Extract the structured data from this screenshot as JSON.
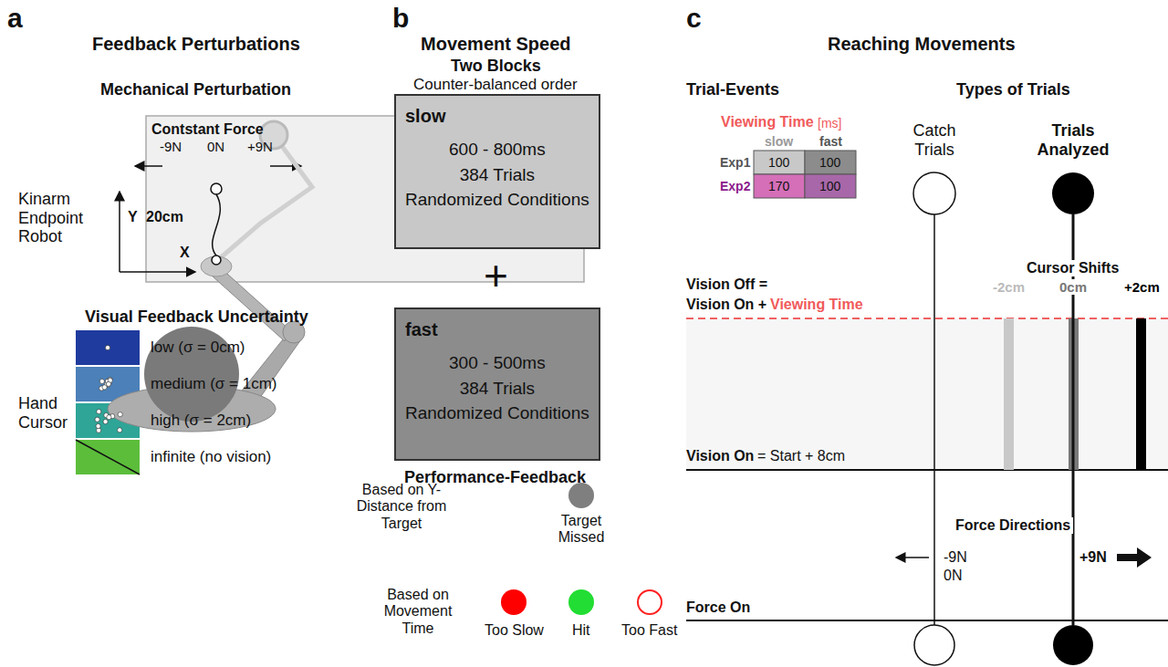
{
  "diagram": {
    "nodes": [
      {
        "text": [
          "slow",
          "600 - 800ms",
          "384 Trials",
          "Randomized Conditions"
        ]
      },
      {
        "text": [
          "fast",
          "300 - 500ms",
          "384 Trials",
          "Randomized Conditions"
        ]
      }
    ],
    "labels": [
      "a",
      "Feedback Perturbations",
      "Mechanical Perturbation",
      "Contstant Force",
      "-9N",
      "0N",
      "+9N",
      "Kinarm Endpoint Robot",
      "Y",
      "20cm",
      "X",
      "Visual Feedback Uncertainty",
      "Hand Cursor",
      "b",
      "Movement Speed",
      "Two Blocks",
      "Counter-balanced order",
      "+",
      "Performance-Feedback",
      "Based on Y-Distance from Target",
      "Based on Movement Time",
      "c",
      "Reaching Movements",
      "Trial-Events",
      "Types of Trials",
      "Viewing Time",
      "[ms]",
      "slow",
      "fast",
      "Exp1",
      "100",
      "100",
      "Exp2",
      "170",
      "100",
      "Catch Trials",
      "Trials Analyzed",
      "Vision Off =",
      "Vision On +",
      "Viewing Time",
      "Cursor Shifts",
      "-2cm",
      "0cm",
      "+2cm",
      "Vision On",
      "= Start + 8cm",
      "Force Directions",
      "-9N",
      "0N",
      "+9N",
      "Force On"
    ],
    "legend": [
      {
        "text": "low (σ = 0cm)",
        "color": "#1f3b9e"
      },
      {
        "text": "medium (σ = 1cm)",
        "color": "#4b80b8"
      },
      {
        "text": "high (σ = 2cm)",
        "color": "#2ea597"
      },
      {
        "text": "infinite (no vision)",
        "color": "#5cbd3b"
      },
      {
        "text": "Target Missed",
        "color": "#7f7f7f"
      },
      {
        "text": "Too Slow",
        "color": "#ff0000"
      },
      {
        "text": "Hit",
        "color": "#22dd33"
      },
      {
        "text": "Too Fast"
      }
    ]
  }
}
